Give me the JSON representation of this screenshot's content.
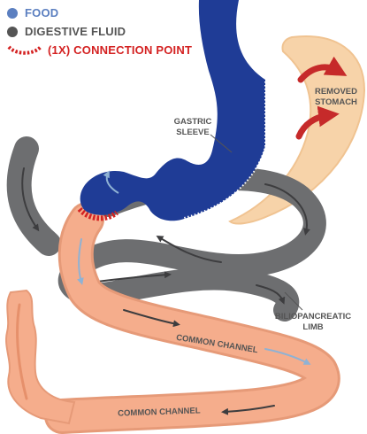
{
  "legend": {
    "food": "FOOD",
    "digestive_fluid": "DIGESTIVE FLUID",
    "connection_point": "(1X) CONNECTION POINT"
  },
  "labels": {
    "removed_stomach_1": "REMOVED",
    "removed_stomach_2": "STOMACH",
    "gastric_sleeve_1": "GASTRIC",
    "gastric_sleeve_2": "SLEEVE",
    "biliopancreatic_1": "BILIOPANCREATIC",
    "biliopancreatic_2": "LIMB",
    "common_channel_upper": "COMMON CHANNEL",
    "common_channel_lower": "COMMON CHANNEL"
  },
  "colors": {
    "food": "#5b7fc0",
    "digestive_fluid": "#555555",
    "connection_point": "#d42222",
    "sleeve": "#1f3c96",
    "removed_stomach": "#f7d3a9",
    "removed_stomach_arrow": "#c62a2a",
    "intestine": "#f5ad8c",
    "gray_limb": "#6d6e70"
  }
}
